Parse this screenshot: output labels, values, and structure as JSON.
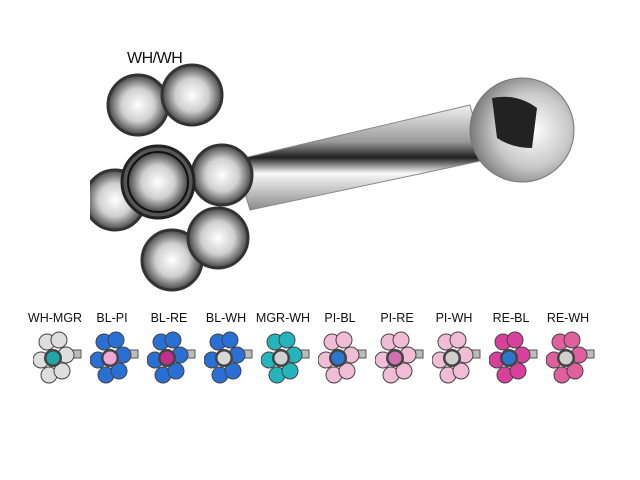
{
  "main_product": {
    "label": "WH/WH",
    "stone_color": "#e6e6e6",
    "center_stone_color": "#e6e6e6"
  },
  "variants": [
    {
      "label": "WH-MGR",
      "petal_color": "#dedede",
      "center_color": "#1fa8a8"
    },
    {
      "label": "BL-PI",
      "petal_color": "#2a6fd4",
      "center_color": "#f0a8d8"
    },
    {
      "label": "BL-RE",
      "petal_color": "#2a6fd4",
      "center_color": "#c0308c"
    },
    {
      "label": "BL-WH",
      "petal_color": "#2a6fd4",
      "center_color": "#d8d8d8"
    },
    {
      "label": "MGR-WH",
      "petal_color": "#25b4bc",
      "center_color": "#d0d0d0"
    },
    {
      "label": "PI-BL",
      "petal_color": "#f0bcd6",
      "center_color": "#2a78d0"
    },
    {
      "label": "PI-RE",
      "petal_color": "#f0bcd6",
      "center_color": "#d070b0"
    },
    {
      "label": "PI-WH",
      "petal_color": "#f0bcd6",
      "center_color": "#d0d0d0"
    },
    {
      "label": "RE-BL",
      "petal_color": "#d8409c",
      "center_color": "#2a78d0"
    },
    {
      "label": "RE-WH",
      "petal_color": "#e0609e",
      "center_color": "#d0d0d0"
    }
  ]
}
